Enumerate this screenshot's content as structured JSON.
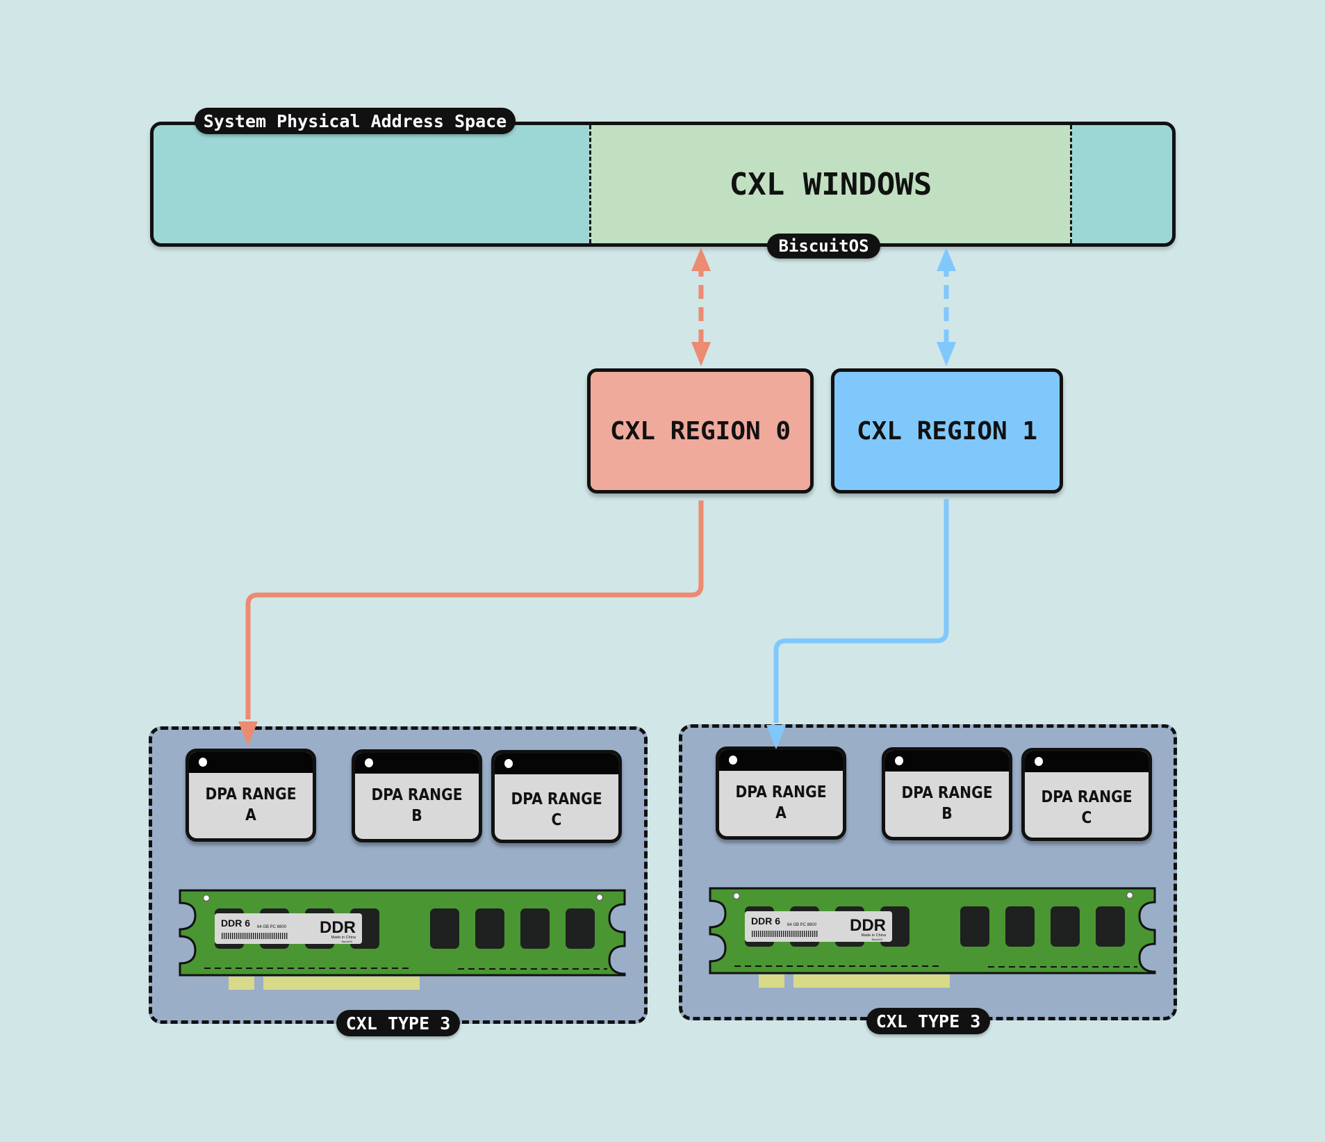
{
  "address_space": {
    "label": "System Physical Address Space",
    "window_label": "CXL WINDOWS",
    "watermark": "BiscuitOS"
  },
  "regions": [
    {
      "label": "CXL REGION 0",
      "color": "#f0aa9c",
      "link_color": "#ec8a72"
    },
    {
      "label": "CXL REGION 1",
      "color": "#80c8fc",
      "link_color": "#80c8fc"
    }
  ],
  "devices": [
    {
      "label": "CXL TYPE 3",
      "dpa_ranges": [
        "DPA RANGE\nA",
        "DPA RANGE\nB",
        "DPA RANGE\nC"
      ],
      "dimm": {
        "type": "DDR 6",
        "spec": "64 GB PC 8800",
        "brand": "DDR",
        "origin": "Made in China",
        "maker": "BiscuitOS"
      }
    },
    {
      "label": "CXL TYPE 3",
      "dpa_ranges": [
        "DPA RANGE\nA",
        "DPA RANGE\nB",
        "DPA RANGE\nC"
      ],
      "dimm": {
        "type": "DDR 6",
        "spec": "64 GB PC 8800",
        "brand": "DDR",
        "origin": "Made in China",
        "maker": "BiscuitOS"
      }
    }
  ],
  "colors": {
    "background": "#d1e6e7",
    "address_space": "#9cd7d5",
    "window": "#c0e0c1",
    "device": "#9aaec8",
    "pcb": "#4a9632",
    "chip": "#1e211f",
    "pins": "#d9d98a"
  }
}
